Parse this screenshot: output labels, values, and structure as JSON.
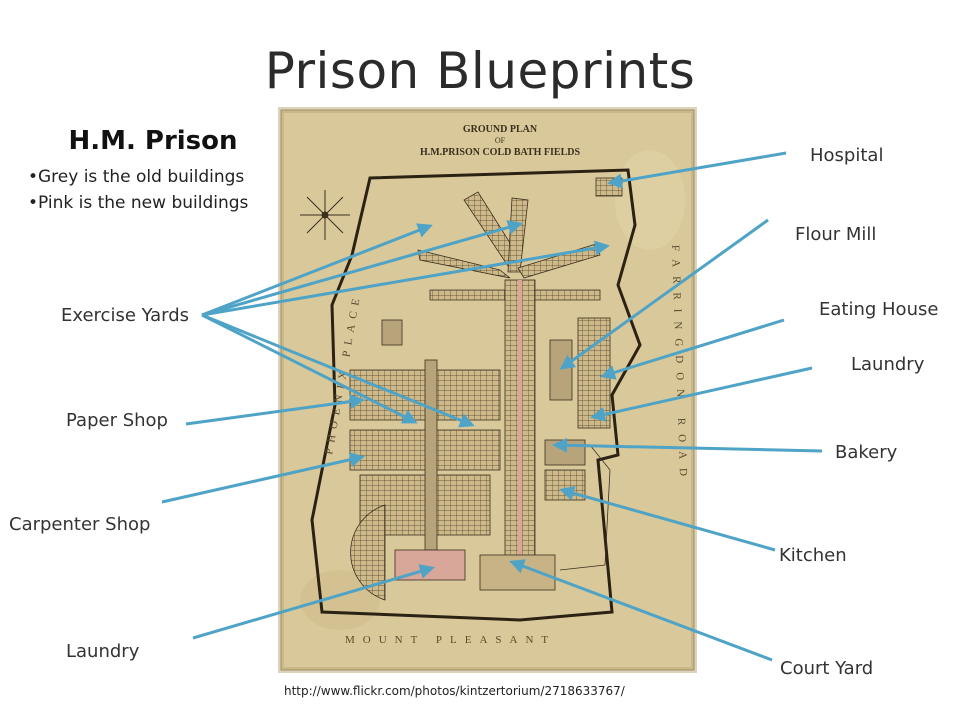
{
  "slide": {
    "title": "Prison Blueprints",
    "source_url": "http://www.flickr.com/photos/kintzertorium/2718633767/"
  },
  "legend": {
    "heading": "H.M. Prison",
    "items": [
      "Grey is the old buildings",
      "Pink is the new buildings"
    ]
  },
  "plan_image": {
    "heading_line1": "GROUND PLAN",
    "heading_line2": "OF",
    "heading_line3": "H.M.PRISON COLD BATH FIELDS",
    "street_left": "PHOENIX PLACE",
    "street_right": "FARRINGDON ROAD",
    "street_bottom": "MOUNT PLEASANT",
    "paper_color": "#d9c99a"
  },
  "labels": {
    "hospital": "Hospital",
    "flour_mill": "Flour Mill",
    "eating_house": "Eating House",
    "laundry_right": "Laundry",
    "bakery": "Bakery",
    "kitchen": "Kitchen",
    "court_yard": "Court Yard",
    "exercise_yards": "Exercise Yards",
    "paper_shop": "Paper Shop",
    "carpenter_shop": "Carpenter Shop",
    "laundry_left": "Laundry"
  },
  "colors": {
    "arrow": "#4ea3c6",
    "ink": "#3b2f1e",
    "new_building_pink": "#d9a79a"
  }
}
